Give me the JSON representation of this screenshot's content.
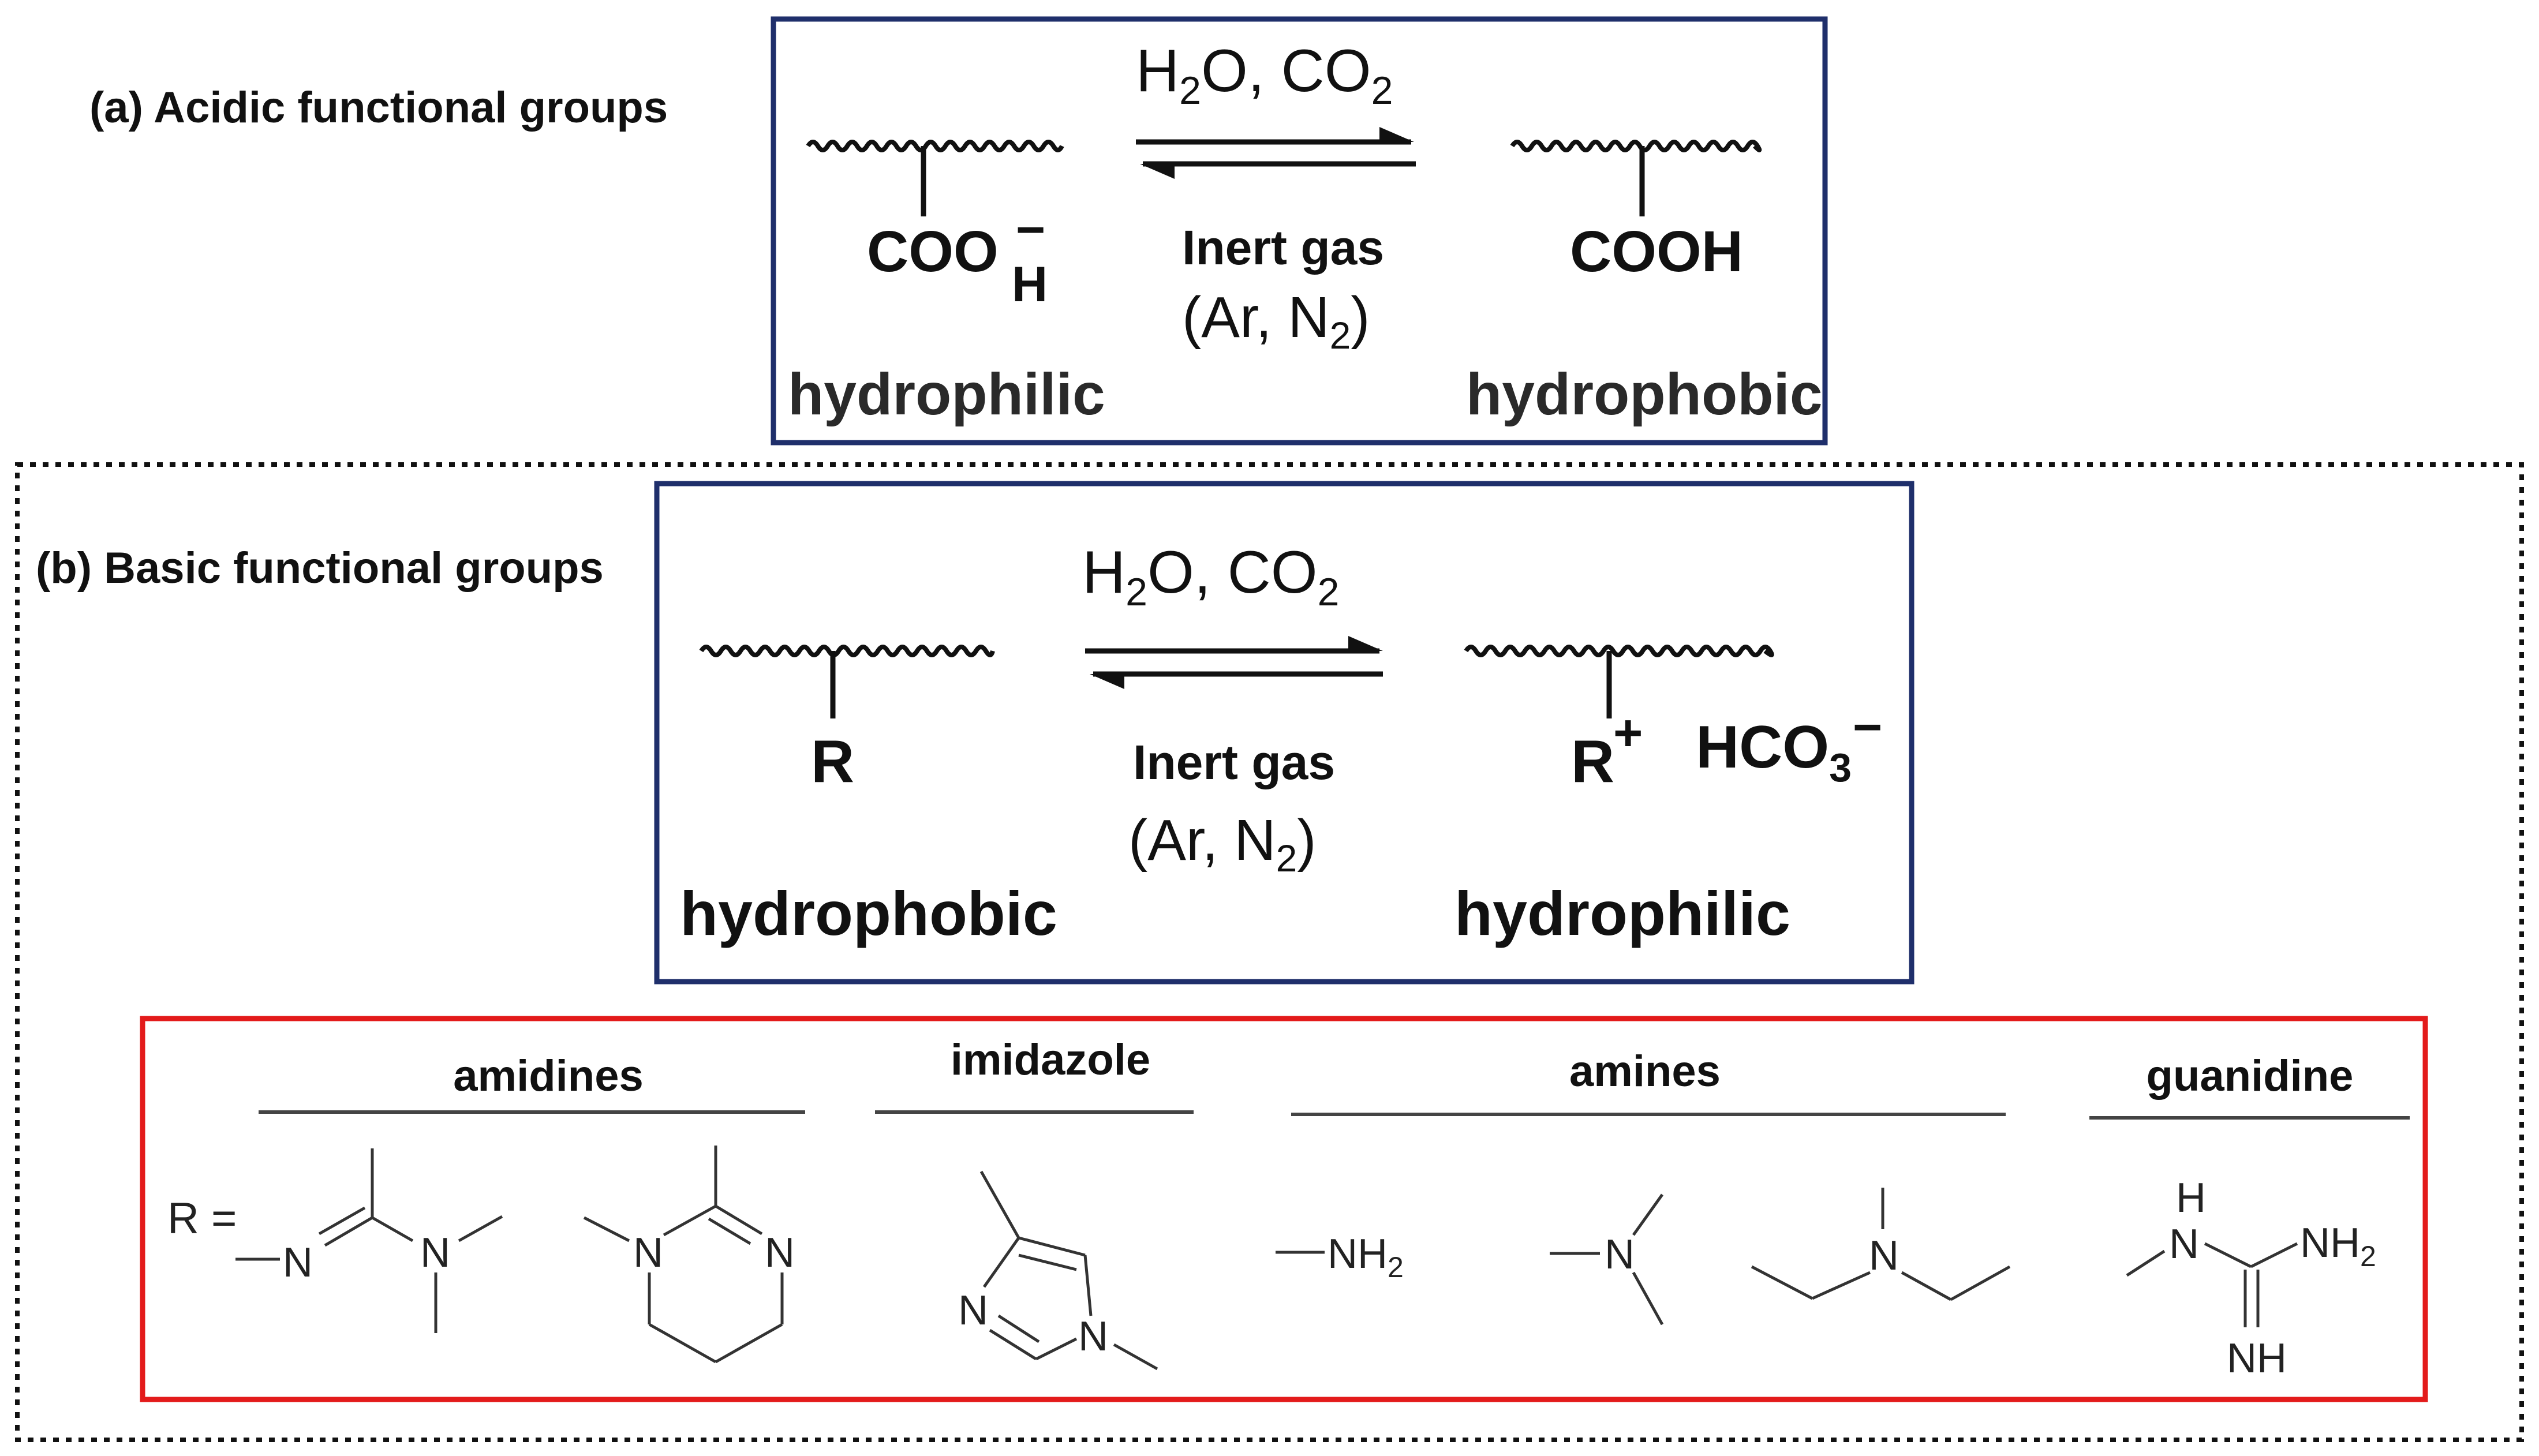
{
  "colors": {
    "navy_box": "#1f2f6b",
    "red_box": "#e31b1b",
    "text": "#111111",
    "gray_text": "#2a2a2a",
    "dotted_border": "#111111"
  },
  "panel_a": {
    "heading": "(a) Acidic functional groups",
    "top_reagents": {
      "prefix": "H",
      "sub2": "2",
      "mid": "O, CO",
      "sub2b": "2"
    },
    "bottom_reagents_line1": "Inert gas",
    "bottom_reagents_line2": {
      "prefix": "(Ar, N",
      "sub": "2",
      "suffix": ")"
    },
    "left_group": {
      "main": "COO",
      "charge": "−",
      "sub": "H"
    },
    "right_group": "COOH",
    "left_label": "hydrophilic",
    "right_label": "hydrophobic"
  },
  "panel_b": {
    "heading": "(b) Basic functional groups",
    "top_reagents": {
      "prefix": "H",
      "sub2": "2",
      "mid": "O, CO",
      "sub2b": "2"
    },
    "bottom_reagents_line1": "Inert gas",
    "bottom_reagents_line2": {
      "prefix": "(Ar, N",
      "sub": "2",
      "suffix": ")"
    },
    "left_group": "R",
    "right_group": {
      "main": "R",
      "charge": "+"
    },
    "counter_ion": {
      "main": "HCO",
      "sub": "3",
      "charge": "−"
    },
    "left_label": "hydrophobic",
    "right_label": "hydrophilic"
  },
  "structures": {
    "r_equals": "R =",
    "categories": [
      "amidines",
      "imidazole",
      "amines",
      "guanidine"
    ],
    "atom_N": "N",
    "atom_NH": "NH",
    "atom_H": "H",
    "nh2": {
      "main": "NH",
      "sub": "2"
    }
  }
}
